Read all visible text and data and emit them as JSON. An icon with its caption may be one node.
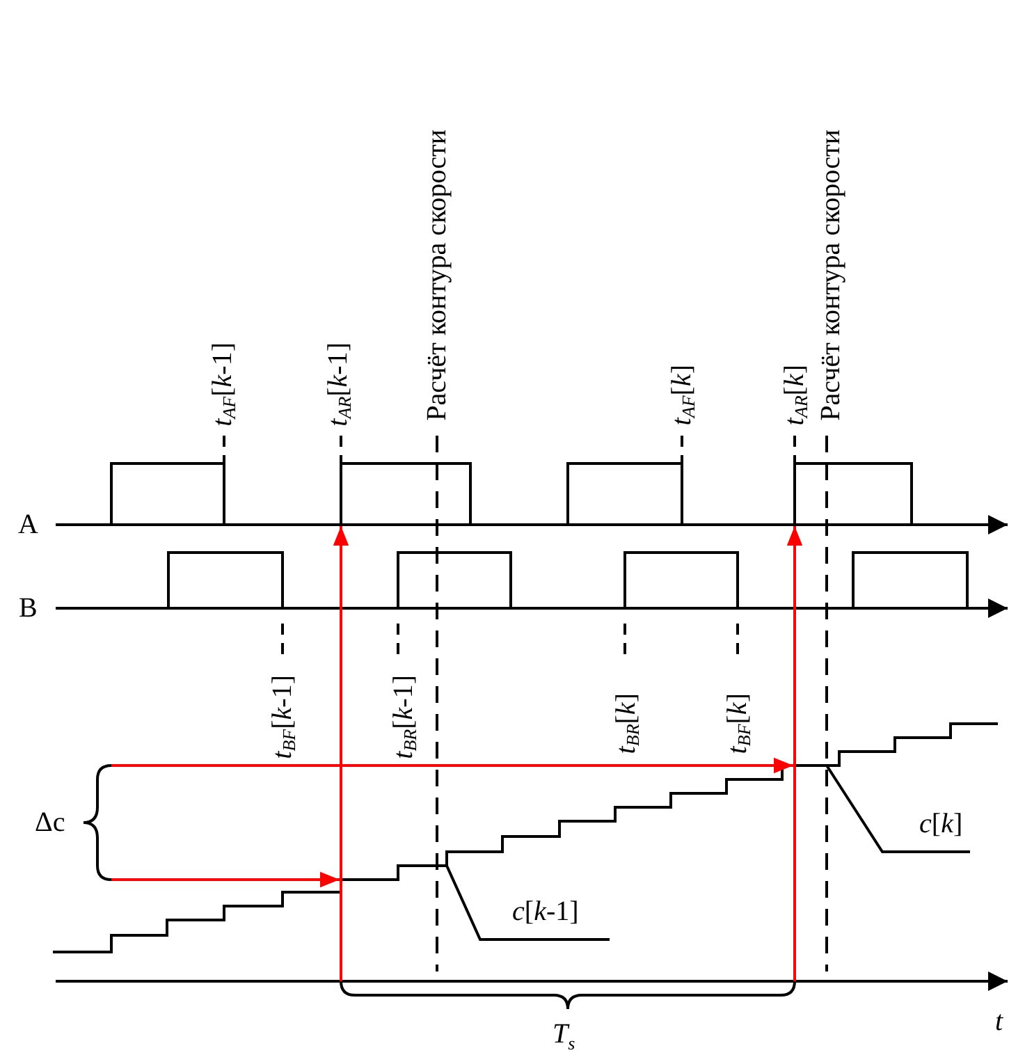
{
  "diagram": {
    "nodes": [
      {
        "text": [
          "*c*[*k*-1]"
        ]
      },
      {
        "text": [
          "*c*[*k*]"
        ]
      }
    ],
    "edges": [
      {
        "from": 0,
        "to": null,
        "arrow": "none"
      },
      {
        "from": 1,
        "to": null,
        "arrow": "none"
      }
    ],
    "labels": [
      "Расчёт контура скорости",
      "Расчёт контура скорости",
      "*t*$_{AF}$[*k*-1]",
      "*t*$_{AR}$[*k*-1]",
      "*t*$_{AF}$[*k*]",
      "*t*$_{AR}$[*k*]",
      "A",
      "B",
      "*t*$_{BF}$[*k*-1]",
      "*t*$_{BR}$[*k*-1]",
      "*t*$_{BR}$[*k*]",
      "*t*$_{BF}$[*k*]",
      "Δc",
      "*T*$_{s}$",
      "t"
    ]
  }
}
